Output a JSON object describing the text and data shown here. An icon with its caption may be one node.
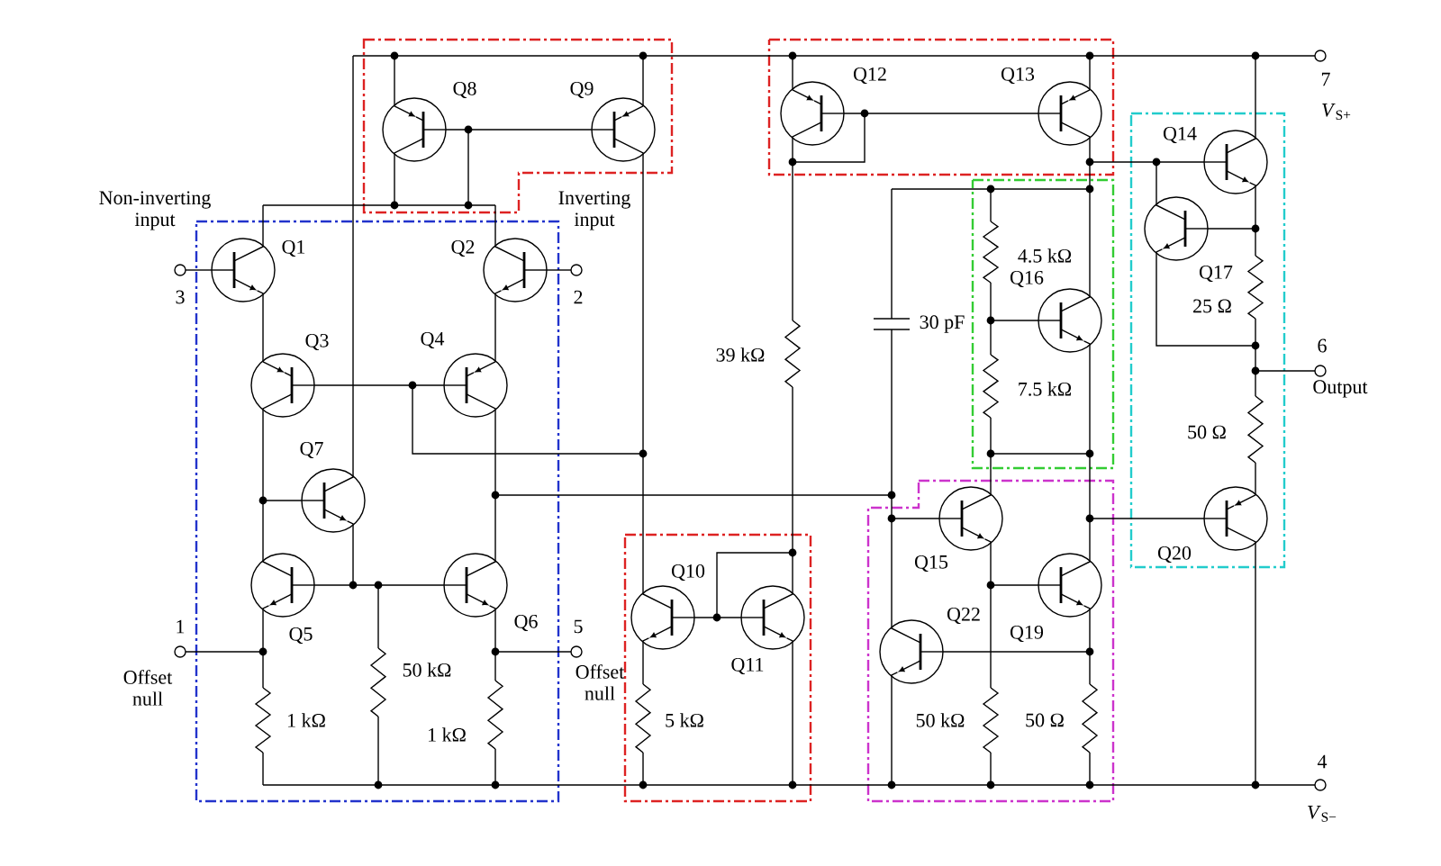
{
  "diagram": {
    "labels": [
      "Q8",
      "Q9",
      "Q12",
      "Q13",
      "7",
      "*V*$_{S+}$",
      "Q14",
      "Non-inverting input",
      "Inverting input",
      "Q1",
      "Q2",
      "4.5 kΩ",
      "Q17",
      "Q16",
      "3",
      "2",
      "25 Ω",
      "30 pF",
      "Q3",
      "Q4",
      "6",
      "39 kΩ",
      "Output",
      "7.5 kΩ",
      "50 Ω",
      "Q7",
      "Q20",
      "Q15",
      "Q10",
      "Q22",
      "Q6",
      "1",
      "5",
      "Q19",
      "Q5",
      "Q11",
      "50 kΩ",
      "Offset null",
      "Offset null",
      "1 kΩ",
      "5 kΩ",
      "50 kΩ",
      "50 Ω",
      "1 kΩ",
      "4",
      "*V*$_{S−}$"
    ]
  }
}
